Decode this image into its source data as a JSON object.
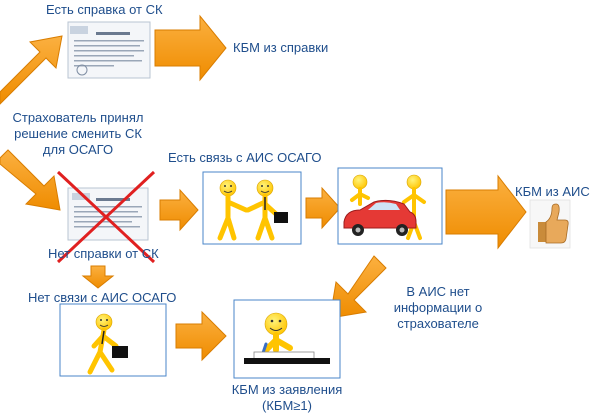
{
  "labels": {
    "has_certificate": "Есть справка от СК",
    "kbm_from_certificate": "КБМ из справки",
    "decision_line1": "Страхователь принял",
    "decision_line2": "решение сменить СК",
    "decision_line3": "для ОСАГО",
    "has_ais_link": "Есть связь с АИС ОСАГО",
    "kbm_from_ais": "КБМ из АИС",
    "no_certificate": "Нет справки от СК",
    "no_ais_link": "Нет связи с АИС ОСАГО",
    "ais_no_info_line1": "В АИС нет",
    "ais_no_info_line2": "информации о",
    "ais_no_info_line3": "страхователе",
    "kbm_from_application_line1": "КБМ из заявления",
    "kbm_from_application_line2": "(КБМ≥1)"
  },
  "colors": {
    "arrow_fill": "#f39c12",
    "arrow_stroke": "#d97d00",
    "text": "#1f4e8c",
    "panel_border": "#4a86c8",
    "cross": "#e02020",
    "smiley": "#ffd400"
  },
  "icons": {
    "certificate_doc": "document-icon",
    "crossed_certificate": "crossed-document-icon",
    "handshake": "handshake-people-icon",
    "car": "red-car-people-icon",
    "thumbs_up": "thumbs-up-icon",
    "walker": "walking-person-briefcase-icon",
    "writer": "writing-person-icon"
  }
}
